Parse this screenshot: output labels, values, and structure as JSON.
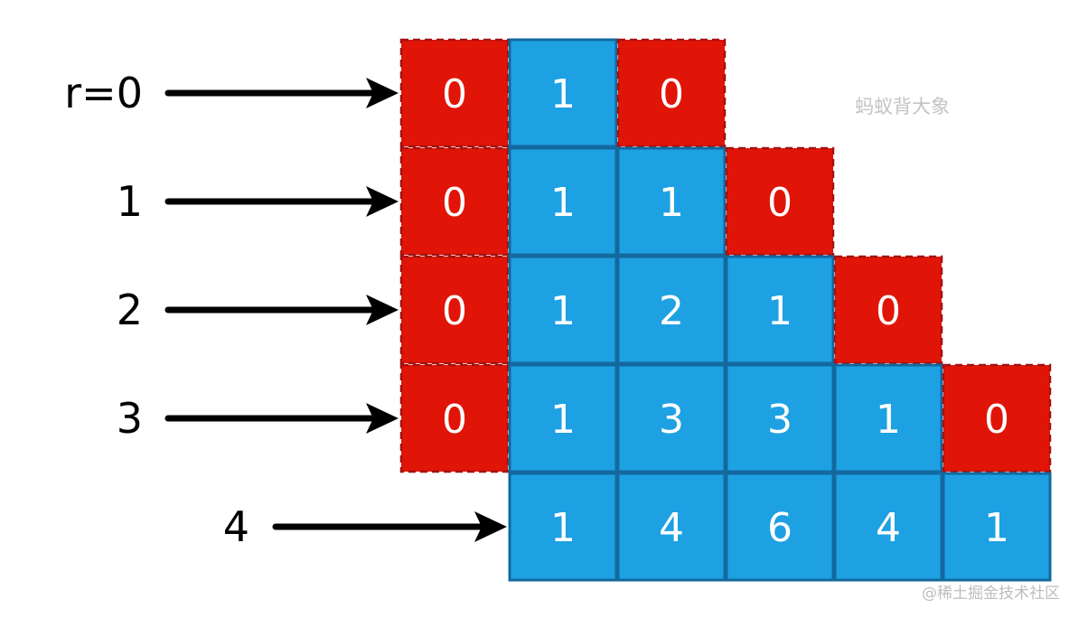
{
  "rows": [
    {
      "label": "r=0",
      "values": [
        "0",
        "1",
        "0"
      ]
    },
    {
      "label": "1",
      "values": [
        "0",
        "1",
        "1",
        "0"
      ]
    },
    {
      "label": "2",
      "values": [
        "0",
        "1",
        "2",
        "1",
        "0"
      ]
    },
    {
      "label": "3",
      "values": [
        "0",
        "1",
        "3",
        "3",
        "1",
        "0"
      ]
    },
    {
      "label": "4",
      "values": [
        "1",
        "4",
        "6",
        "4",
        "1"
      ]
    }
  ],
  "watermark": "蚂蚁背大象",
  "credit": "@稀土掘金技术社区",
  "colors": {
    "padding_cell": "#e01508",
    "padding_border": "#a31212",
    "value_cell": "#1ea1e2",
    "value_border": "#13699f",
    "arrow": "#000000",
    "cell_text": "#ffffff"
  }
}
